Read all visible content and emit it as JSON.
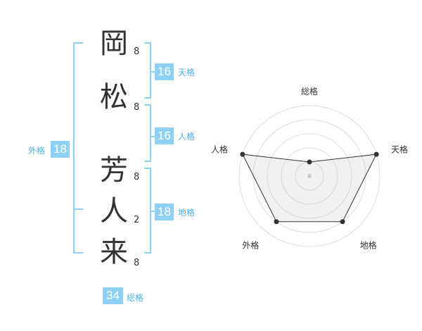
{
  "name": {
    "chars": [
      {
        "char": "岡",
        "strokes": "8"
      },
      {
        "char": "松",
        "strokes": "8"
      },
      {
        "char": "芳",
        "strokes": "8"
      },
      {
        "char": "人",
        "strokes": "2"
      },
      {
        "char": "来",
        "strokes": "8"
      }
    ]
  },
  "fortunes": {
    "tenkaku": {
      "value": "16",
      "label": "天格"
    },
    "jinkaku": {
      "value": "16",
      "label": "人格"
    },
    "chikaku": {
      "value": "18",
      "label": "地格"
    },
    "gaikaku": {
      "value": "18",
      "label": "外格"
    },
    "soukaku": {
      "value": "34",
      "label": "総格"
    }
  },
  "colors": {
    "accent": "#8fd0f5",
    "accent_text": "#4ab1e8"
  },
  "chart_data": {
    "type": "radar",
    "axes": [
      "総格",
      "天格",
      "地格",
      "外格",
      "人格"
    ],
    "values": [
      1,
      5,
      4,
      4,
      5
    ],
    "rmax": 5,
    "rings": 5
  }
}
